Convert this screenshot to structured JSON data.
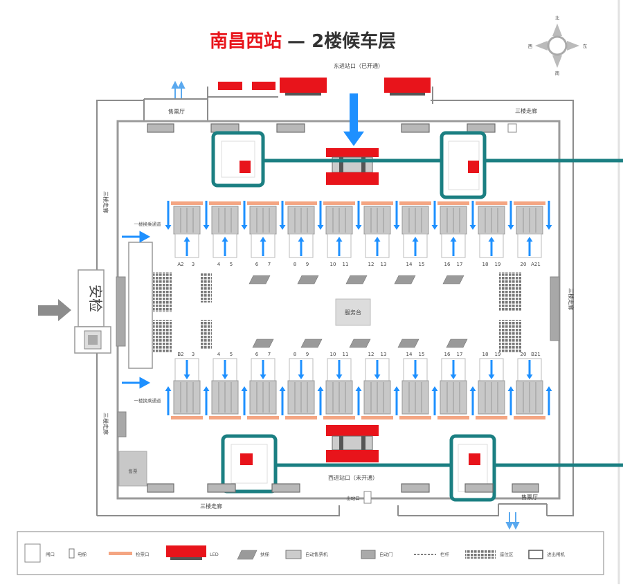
{
  "title": {
    "station": "南昌西站",
    "floor": "— 2楼候车层"
  },
  "compass": {
    "north": "北",
    "south": "南",
    "west": "西",
    "east": "东"
  },
  "labels": {
    "east_entrance": "东进站口（已开通）",
    "west_entrance": "西进站口（未开通）",
    "ticket_hall_top": "售票厅",
    "ticket_hall_bottom": "售票厅",
    "corridor_top_right": "三楼走廊",
    "corridor_left_top": "三楼走廊",
    "corridor_left_bottom": "三楼走廊",
    "corridor_right": "三楼走廊",
    "corridor_bottom": "三楼走廊",
    "service_desk": "服务台",
    "security": "安检",
    "transfer_top": "一楼换乘通道",
    "transfer_bottom": "一楼换乘通道",
    "shop": "售票",
    "exit": "出站口"
  },
  "gates": {
    "top": [
      [
        "A2",
        "3"
      ],
      [
        "4",
        "5"
      ],
      [
        "6",
        "7"
      ],
      [
        "8",
        "9"
      ],
      [
        "10",
        "11"
      ],
      [
        "12",
        "13"
      ],
      [
        "14",
        "15"
      ],
      [
        "16",
        "17"
      ],
      [
        "18",
        "19"
      ],
      [
        "20",
        "A21"
      ]
    ],
    "bottom": [
      [
        "B2",
        "3"
      ],
      [
        "4",
        "5"
      ],
      [
        "6",
        "7"
      ],
      [
        "8",
        "9"
      ],
      [
        "10",
        "11"
      ],
      [
        "12",
        "13"
      ],
      [
        "14",
        "15"
      ],
      [
        "16",
        "17"
      ],
      [
        "18",
        "19"
      ],
      [
        "20",
        "B21"
      ]
    ]
  },
  "legend": [
    {
      "label": "闸口",
      "icon": "gate-box-icon"
    },
    {
      "label": "电梯",
      "icon": "elevator-icon"
    },
    {
      "label": "检票口",
      "icon": "ticket-check-icon"
    },
    {
      "label": "LED",
      "icon": "led-screen-icon"
    },
    {
      "label": "扶梯",
      "icon": "escalator-icon"
    },
    {
      "label": "自动售票机",
      "icon": "ticket-machine-icon"
    },
    {
      "label": "自动门",
      "icon": "auto-door-icon"
    },
    {
      "label": "栏杆",
      "icon": "railing-icon"
    },
    {
      "label": "座位区",
      "icon": "seats-icon"
    },
    {
      "label": "进出闸机",
      "icon": "turnstile-icon"
    }
  ],
  "colors": {
    "brand_red": "#e8141b",
    "teal": "#1b7f82",
    "arrow": "#1e90ff",
    "checkin_bar": "#f4a582",
    "gray_arrow": "#8c8c8c"
  }
}
